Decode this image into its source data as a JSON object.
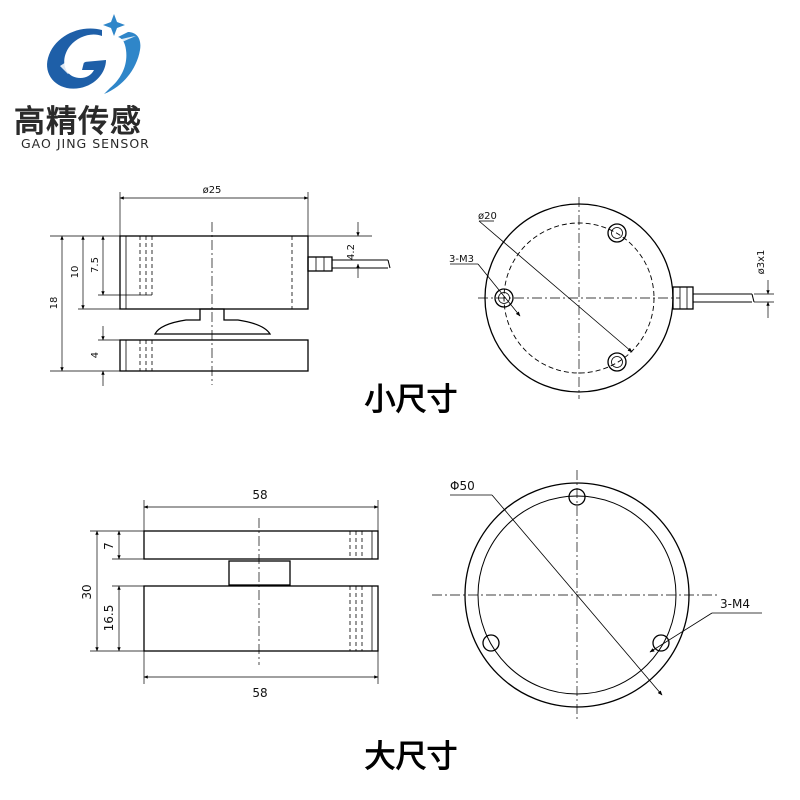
{
  "brand": {
    "name_cn": "高精传感",
    "name_en": "GAO JING SENSOR",
    "colors": {
      "primary": "#1e5fa8",
      "accent": "#2f86c9",
      "text": "#2a2a2a"
    },
    "logo_icon": "gj-swoosh-logo-icon"
  },
  "small": {
    "title": "小尺寸",
    "dim_diameter_side": "ø25",
    "dim_height_total": "18",
    "dim_upper_height": "10",
    "dim_upper_inner": "7.5",
    "dim_base_height": "4",
    "dim_cable_offset": "4.2",
    "dim_diameter_circle": "ø20",
    "dim_cable_diameter": "ø3x1",
    "thread_label": "3-M3"
  },
  "large": {
    "title": "大尺寸",
    "dim_width_top": "58",
    "dim_width_bottom": "58",
    "dim_height_total": "30",
    "dim_upper_height": "7",
    "dim_lower_height": "16.5",
    "dim_diameter_circle": "Φ50",
    "thread_label": "3-M4"
  }
}
